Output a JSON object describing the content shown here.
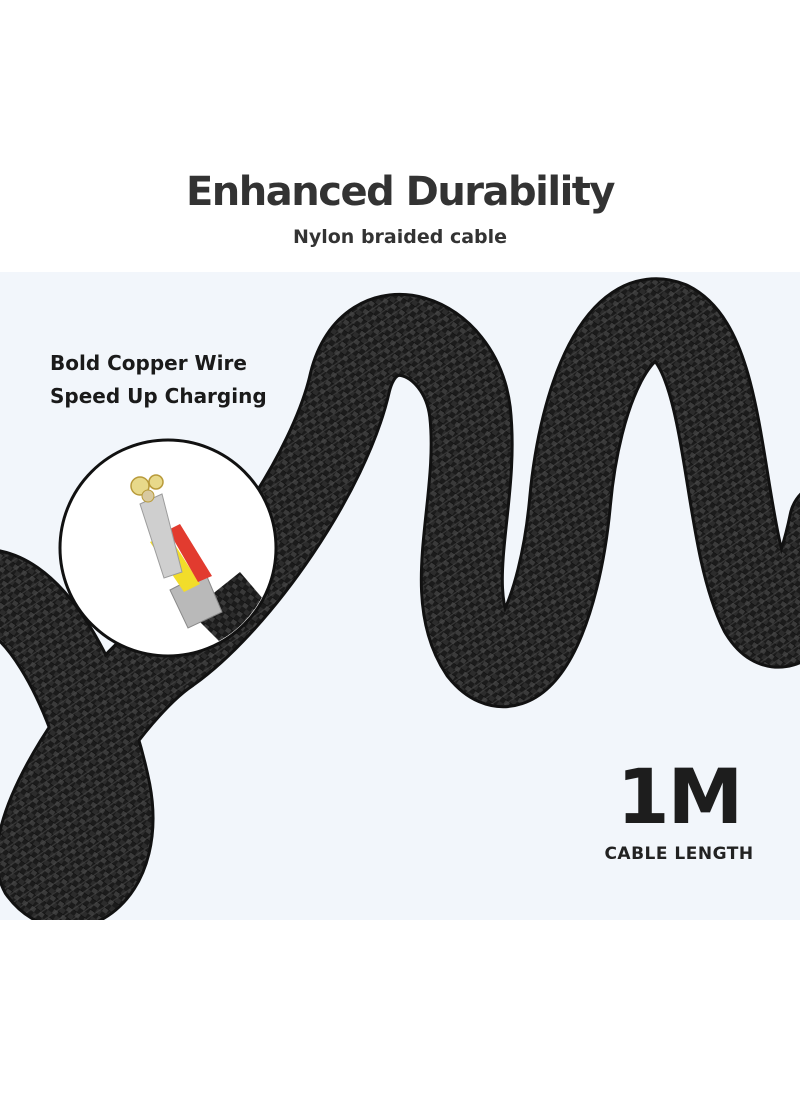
{
  "header": {
    "title": "Enhanced Durability",
    "subtitle": "Nylon braided cable"
  },
  "callout": {
    "line1": "Bold Copper Wire",
    "line2": "Speed Up Charging"
  },
  "length": {
    "value": "1M",
    "label": "CABLE LENGTH"
  },
  "colors": {
    "background": "#f2f6fb",
    "cable": "#1c1c1c",
    "wire_red": "#e23b2f",
    "wire_yellow": "#f2dd2a",
    "wire_copper": "#d8c9a0"
  }
}
